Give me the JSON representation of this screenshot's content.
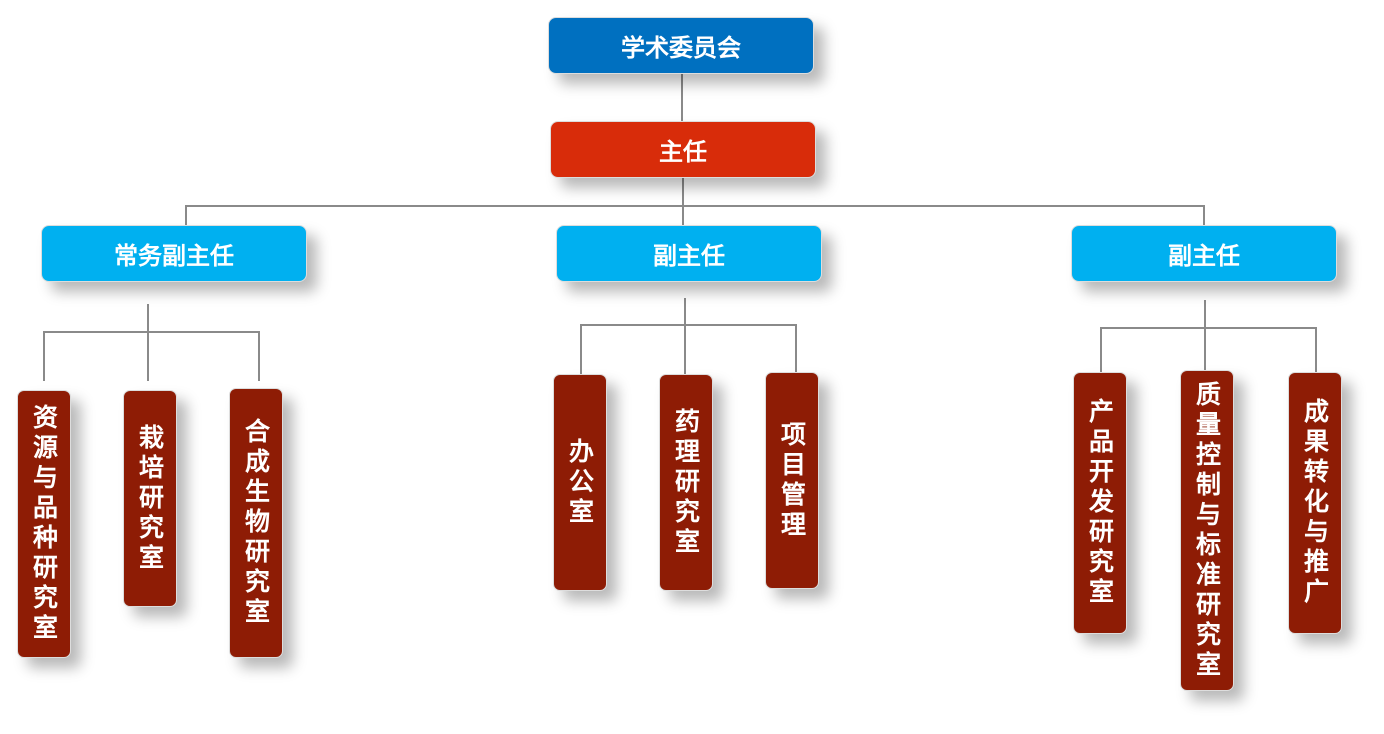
{
  "committee": "学术委员会",
  "director": "主任",
  "deputies": [
    {
      "title": "常务副主任",
      "units": [
        "资源与品种研究室",
        "栽培研究室",
        "合成生物研究室"
      ]
    },
    {
      "title": "副主任",
      "units": [
        "办公室",
        "药理研究室",
        "项目管理"
      ]
    },
    {
      "title": "副主任",
      "units": [
        "产品开发研究室",
        "质量控制与标准研究室",
        "成果转化与推广"
      ]
    }
  ],
  "colors": {
    "committee": "#0070c0",
    "director": "#d82c0a",
    "deputy": "#00b0f0",
    "unit": "#8e1c05",
    "connector": "#8a8a8a"
  }
}
